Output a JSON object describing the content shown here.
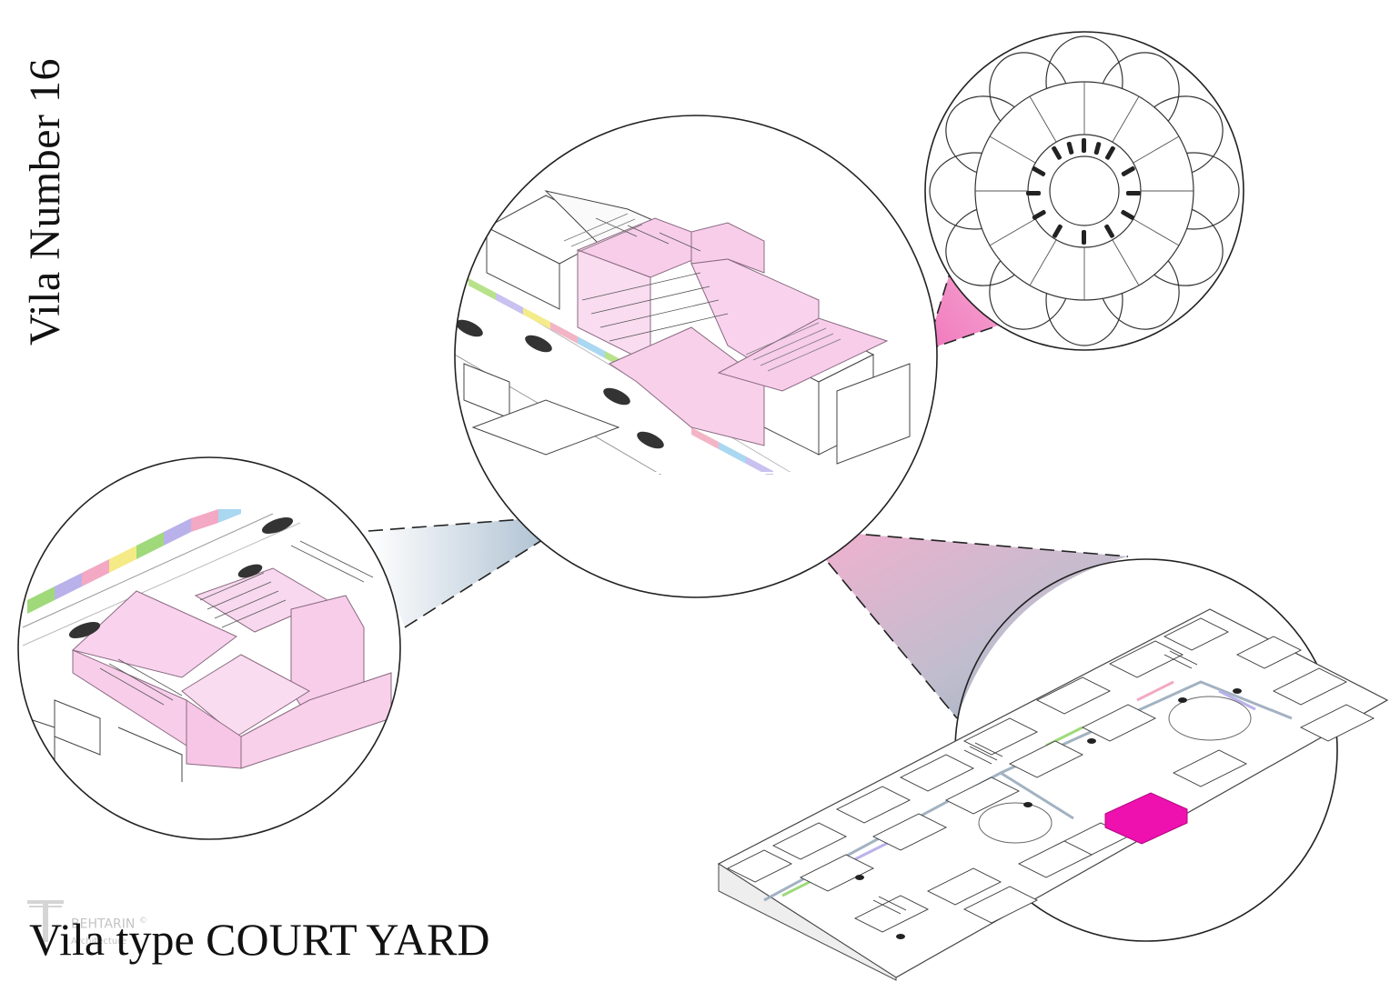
{
  "title": "Vila Number 16",
  "caption": "Vila type COURT YARD",
  "watermark": {
    "brand": "BEHTARIN",
    "sub": "Architecture",
    "mark": "©"
  },
  "colors": {
    "highlight_pink": "#f9d3ee",
    "accent_magenta": "#ef10b0",
    "cone_pink": "#ee7fbf",
    "cone_blue": "#8fa8bf",
    "line": "#222222"
  },
  "icons": {
    "cars": "car-icon",
    "people": "person-icon"
  }
}
